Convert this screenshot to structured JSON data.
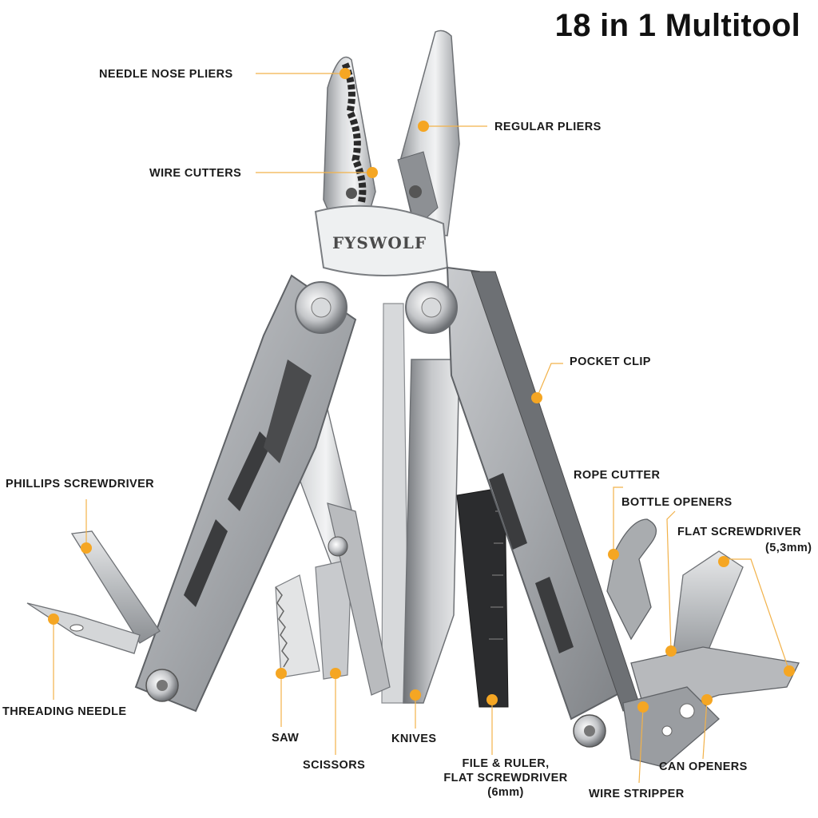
{
  "title": "18 in 1 Multitool",
  "brand": "FYSWOLF",
  "accent_color": "#f5a623",
  "leader_color": "#f2b24a",
  "labels": {
    "needle_nose_pliers": "NEEDLE NOSE PLIERS",
    "regular_pliers": "REGULAR PLIERS",
    "wire_cutters": "WIRE CUTTERS",
    "pocket_clip": "POCKET CLIP",
    "phillips_screwdriver": "PHILLIPS SCREWDRIVER",
    "rope_cutter": "ROPE CUTTER",
    "bottle_openers": "BOTTLE OPENERS",
    "flat_screwdriver": "FLAT SCREWDRIVER",
    "flat_screwdriver_size": "(5,3mm)",
    "threading_needle": "THREADING NEEDLE",
    "saw": "SAW",
    "scissors": "SCISSORS",
    "knives": "KNIVES",
    "file_ruler_line1": "FILE & RULER,",
    "file_ruler_line2": "FLAT SCREWDRIVER",
    "file_ruler_line3": "(6mm)",
    "can_openers": "CAN OPENERS",
    "wire_stripper": "WIRE STRIPPER"
  }
}
